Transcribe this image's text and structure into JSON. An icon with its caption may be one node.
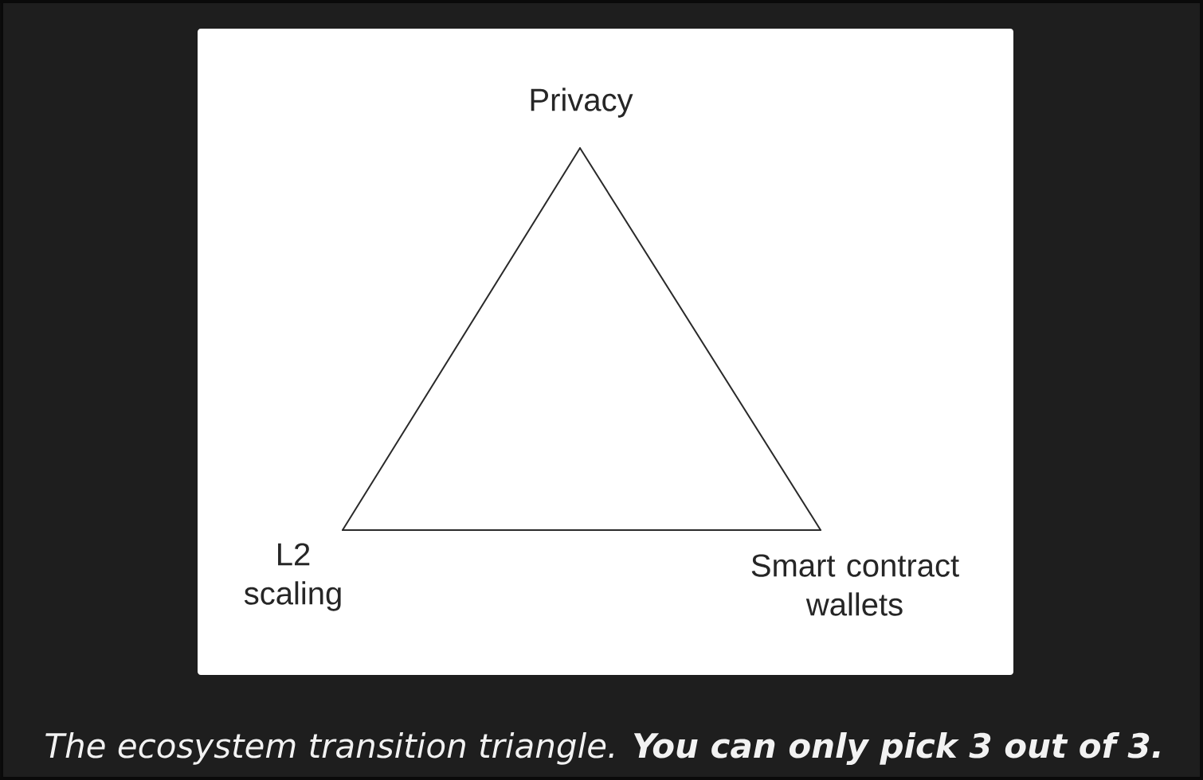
{
  "diagram": {
    "caption": "The ecosystem transition triangle. **You can only pick 3 out of 3.**",
    "nodes": [
      {
        "text": [
          "Privacy"
        ]
      },
      {
        "text": [
          "L2 scaling"
        ]
      },
      {
        "text": [
          "Smart contract wallets"
        ]
      }
    ],
    "edges": [
      {
        "from": 0,
        "to": 1,
        "arrow": "none"
      },
      {
        "from": 1,
        "to": 2,
        "arrow": "none"
      },
      {
        "from": 2,
        "to": 0,
        "arrow": "none"
      }
    ]
  }
}
